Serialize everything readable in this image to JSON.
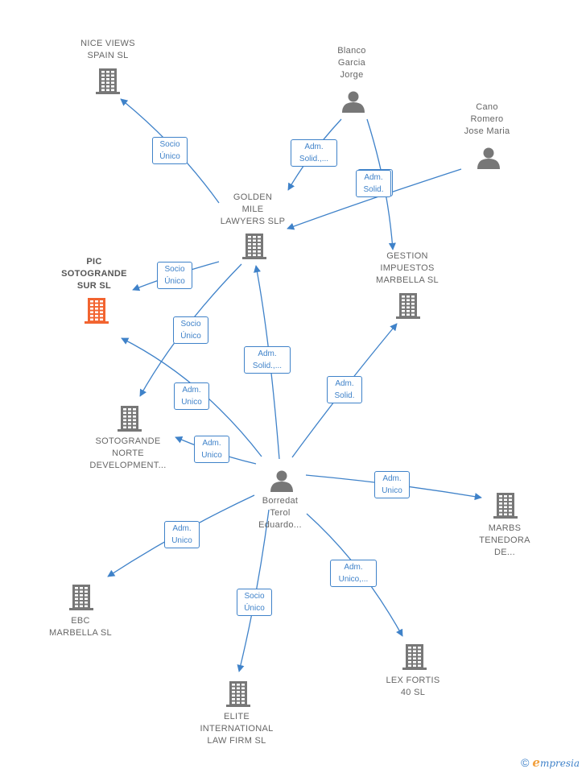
{
  "colors": {
    "edge": "#3f82c9",
    "node_icon": "#777777",
    "highlight_icon": "#f26430"
  },
  "nodes": {
    "nice_views": {
      "label": "NICE VIEWS\nSPAIN SL",
      "kind": "company"
    },
    "blanco": {
      "label": "Blanco\nGarcia\nJorge",
      "kind": "person"
    },
    "cano": {
      "label": "Cano\nRomero\nJose Maria",
      "kind": "person"
    },
    "golden_mile": {
      "label": "GOLDEN\nMILE\nLAWYERS SLP",
      "kind": "company"
    },
    "pic_sotogrande": {
      "label": "PIC\nSOTOGRANDE\nSUR SL",
      "kind": "company",
      "highlight": true
    },
    "gestion": {
      "label": "GESTION\nIMPUESTOS\nMARBELLA SL",
      "kind": "company"
    },
    "sotogrande_norte": {
      "label": "SOTOGRANDE\nNORTE\nDEVELOPMENT...",
      "kind": "company"
    },
    "borredat": {
      "label": "Borredat\nTerol\nEduardo...",
      "kind": "person"
    },
    "marbs": {
      "label": "MARBS\nTENEDORA\nDE...",
      "kind": "company"
    },
    "ebc": {
      "label": "EBC\nMARBELLA SL",
      "kind": "company"
    },
    "elite": {
      "label": "ELITE\nINTERNATIONAL\nLAW FIRM SL",
      "kind": "company"
    },
    "lex_fortis": {
      "label": "LEX FORTIS\n40 SL",
      "kind": "company"
    }
  },
  "edges": [
    {
      "from": "golden_mile",
      "to": "nice_views",
      "label": "Socio\nÚnico"
    },
    {
      "from": "blanco",
      "to": "golden_mile",
      "label": "Adm.\nSolid.,..."
    },
    {
      "from": "blanco",
      "to": "gestion",
      "label": "Adm.\nSolid."
    },
    {
      "from": "cano",
      "to": "golden_mile",
      "label": "Adm.\nSolid."
    },
    {
      "from": "golden_mile",
      "to": "pic_sotogrande",
      "label": "Socio\nÚnico"
    },
    {
      "from": "golden_mile",
      "to": "sotogrande_norte",
      "label": "Socio\nÚnico"
    },
    {
      "from": "borredat",
      "to": "golden_mile",
      "label": "Adm.\nSolid.,..."
    },
    {
      "from": "borredat",
      "to": "gestion",
      "label": "Adm.\nSolid."
    },
    {
      "from": "borredat",
      "to": "pic_sotogrande",
      "label": "Adm.\nUnico"
    },
    {
      "from": "borredat",
      "to": "sotogrande_norte",
      "label": "Adm.\nUnico"
    },
    {
      "from": "borredat",
      "to": "marbs",
      "label": "Adm.\nUnico"
    },
    {
      "from": "borredat",
      "to": "ebc",
      "label": "Adm.\nUnico"
    },
    {
      "from": "borredat",
      "to": "elite",
      "label": "Socio\nÚnico"
    },
    {
      "from": "borredat",
      "to": "lex_fortis",
      "label": "Adm.\nUnico,..."
    }
  ],
  "footer": {
    "copyright_symbol": "©",
    "brand_first": "e",
    "brand_rest": "mpresia"
  }
}
